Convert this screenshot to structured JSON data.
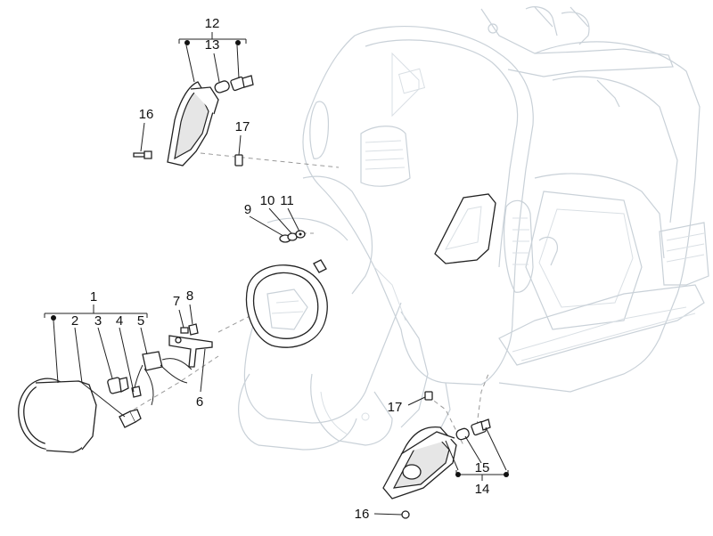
{
  "diagram": {
    "callouts": [
      {
        "id": "c1",
        "text": "1"
      },
      {
        "id": "c2",
        "text": "2"
      },
      {
        "id": "c3",
        "text": "3"
      },
      {
        "id": "c4",
        "text": "4"
      },
      {
        "id": "c5",
        "text": "5"
      },
      {
        "id": "c6",
        "text": "6"
      },
      {
        "id": "c7",
        "text": "7"
      },
      {
        "id": "c8",
        "text": "8"
      },
      {
        "id": "c9",
        "text": "9"
      },
      {
        "id": "c10",
        "text": "10"
      },
      {
        "id": "c11",
        "text": "11"
      },
      {
        "id": "c12",
        "text": "12"
      },
      {
        "id": "c13",
        "text": "13"
      },
      {
        "id": "c14",
        "text": "14"
      },
      {
        "id": "c15",
        "text": "15"
      },
      {
        "id": "c16a",
        "text": "16"
      },
      {
        "id": "c16b",
        "text": "16"
      },
      {
        "id": "c17a",
        "text": "17"
      },
      {
        "id": "c17b",
        "text": "17"
      }
    ]
  }
}
